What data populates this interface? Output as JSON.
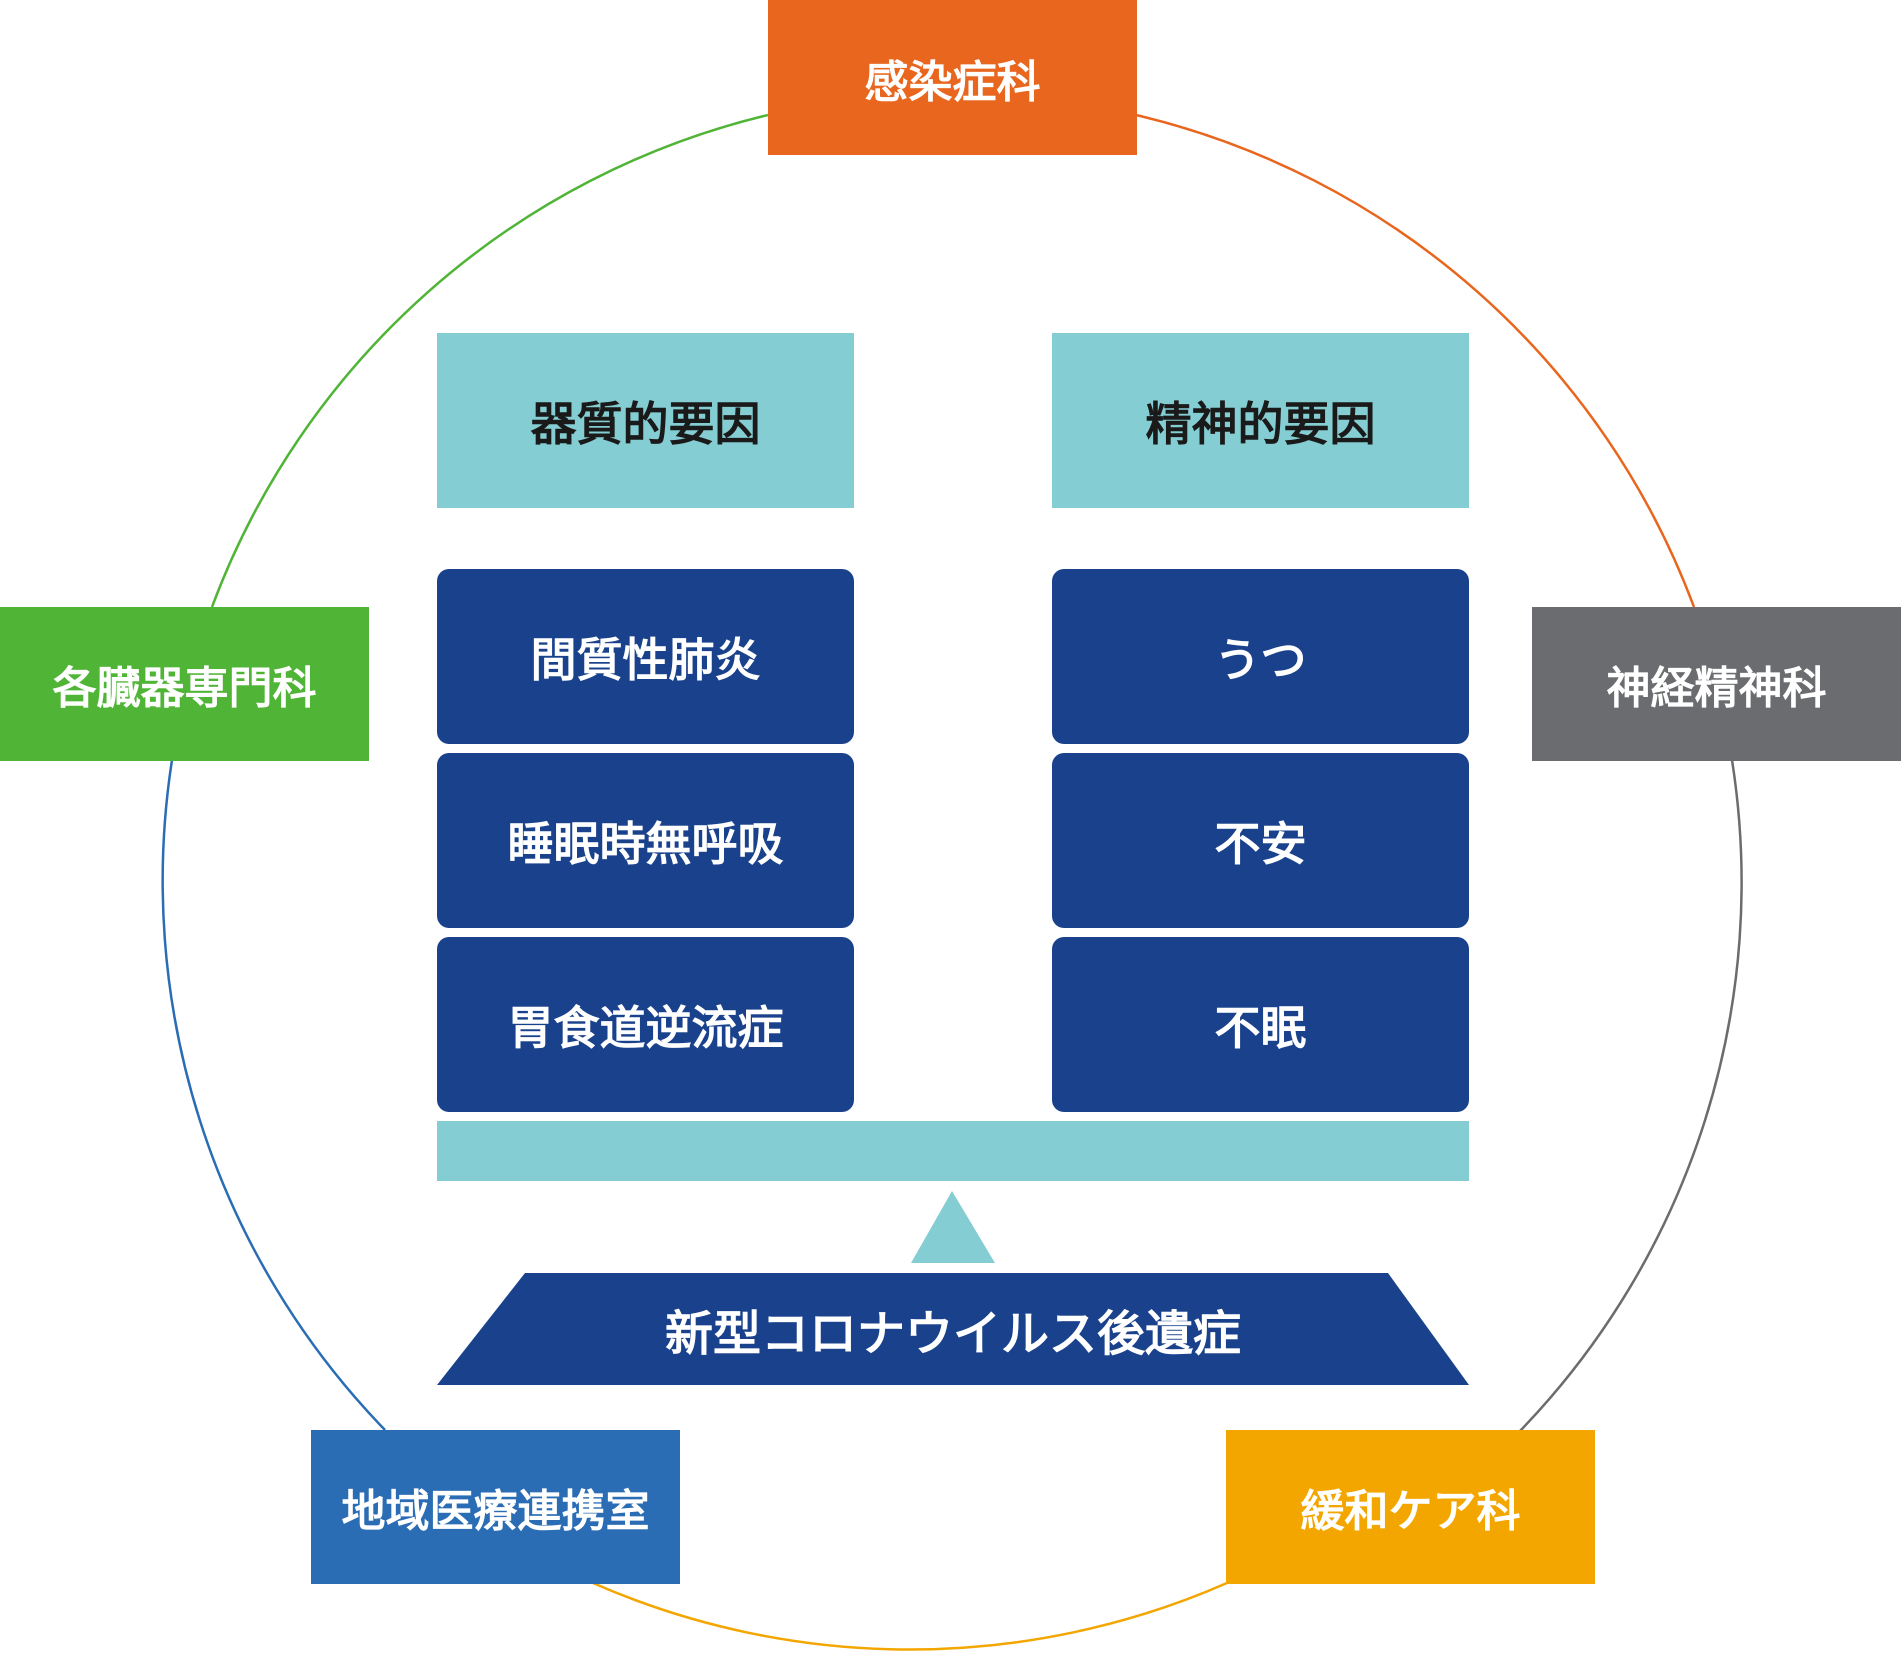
{
  "departments": {
    "infection": {
      "label": "感染症科",
      "color": "#e8661e"
    },
    "organ": {
      "label": "各臓器専門科",
      "color": "#50b437"
    },
    "neuro": {
      "label": "神経精神科",
      "color": "#6b6c6f"
    },
    "regional": {
      "label": "地域医療連携室",
      "color": "#2a6db5"
    },
    "palliative": {
      "label": "緩和ケア科",
      "color": "#f3a600"
    }
  },
  "organic": {
    "header": "器質的要因",
    "items": [
      "間質性肺炎",
      "睡眠時無呼吸",
      "胃食道逆流症"
    ]
  },
  "mental": {
    "header": "精神的要因",
    "items": [
      "うつ",
      "不安",
      "不眠"
    ]
  },
  "base": {
    "label": "新型コロナウイルス後遺症"
  },
  "colors": {
    "navy": "#1a428c",
    "teal": "#84cdd2"
  }
}
